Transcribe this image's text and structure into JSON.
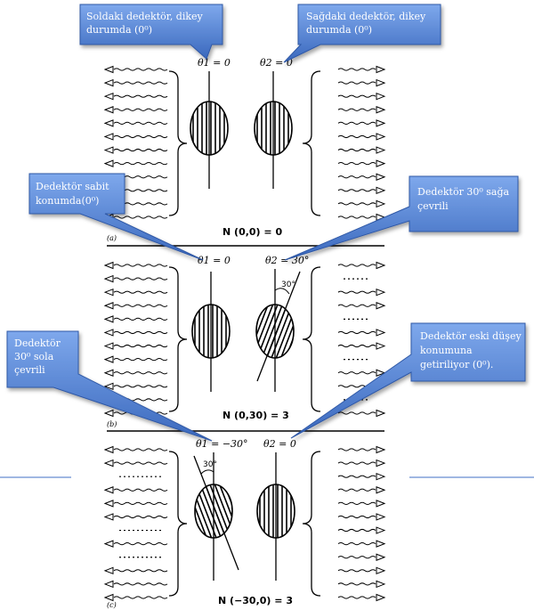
{
  "callouts": {
    "left_top": {
      "lines": [
        "Soldaki dedektör, dikey",
        "durumda (0⁰)"
      ]
    },
    "right_top": {
      "lines": [
        "Sağdaki dedektör, dikey",
        "durumda (0⁰)"
      ]
    },
    "left_mid": {
      "lines": [
        "Dedektör sabit",
        "konumda(0⁰)"
      ]
    },
    "right_mid": {
      "lines": [
        "Dedektör 30⁰ sağa",
        "çevrili"
      ]
    },
    "left_bottom": {
      "lines": [
        "Dedektör",
        "30⁰ sola",
        "çevrili"
      ]
    },
    "right_bottom": {
      "lines": [
        "Dedektör eski düşey",
        "konumuna",
        "getiriliyor (0⁰)."
      ]
    }
  },
  "panels": {
    "a": {
      "tag": "(a)",
      "theta1": "θ1 = 0",
      "theta2": "θ2 = 0",
      "count": "N (0,0) = 0"
    },
    "b": {
      "tag": "(b)",
      "theta1": "θ1 = 0",
      "theta2": "θ2 = 30°",
      "angle": "30°",
      "count": "N (0,30) = 3"
    },
    "c": {
      "tag": "(c)",
      "theta1": "θ1 = −30°",
      "theta2": "θ2 = 0",
      "angle": "30°",
      "count": "N (−30,0) = 3"
    }
  },
  "colors": {
    "callout_fill_top": "#6f9ee8",
    "callout_fill_bottom": "#3f6fc4",
    "callout_stroke": "#2f58a6",
    "ink": "#000000"
  }
}
